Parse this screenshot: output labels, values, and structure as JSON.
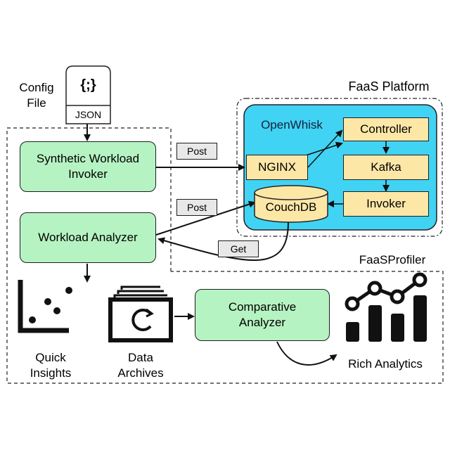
{
  "config": {
    "label_line1": "Config",
    "label_line2": "File",
    "icon_text": "{;}",
    "format": "JSON"
  },
  "faas_platform": {
    "title": "FaaS Platform",
    "system": "OpenWhisk",
    "components": {
      "controller": "Controller",
      "kafka": "Kafka",
      "invoker": "Invoker",
      "nginx": "NGINX",
      "couchdb": "CouchDB"
    }
  },
  "faasprofiler": {
    "title": "FaaSProfiler",
    "workload_invoker_line1": "Synthetic Workload",
    "workload_invoker_line2": "Invoker",
    "workload_analyzer": "Workload Analyzer",
    "comparative_line1": "Comparative",
    "comparative_line2": "Analyzer"
  },
  "requests": {
    "post_invoke": "Post",
    "post_store": "Post",
    "get": "Get"
  },
  "outputs": {
    "quick_line1": "Quick",
    "quick_line2": "Insights",
    "archives_line1": "Data",
    "archives_line2": "Archives",
    "rich": "Rich Analytics"
  }
}
